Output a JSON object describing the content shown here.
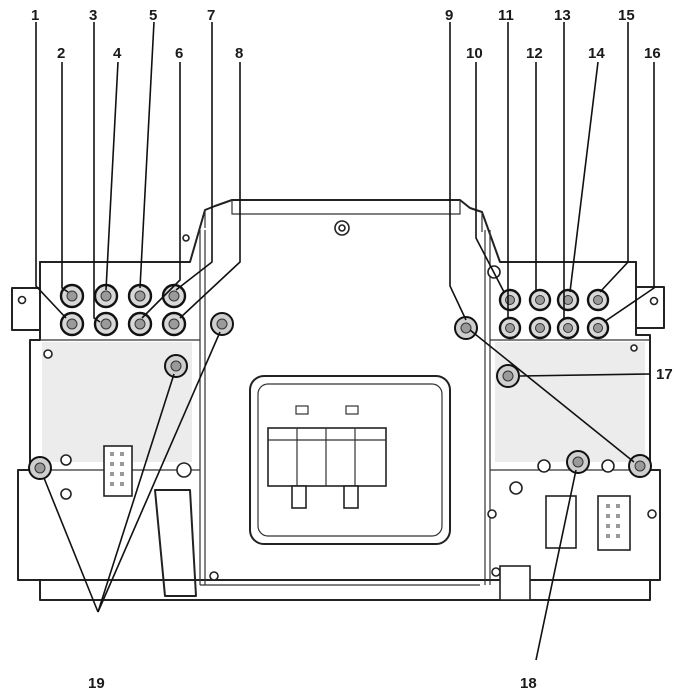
{
  "callouts": [
    {
      "id": "c1",
      "text": "1"
    },
    {
      "id": "c2",
      "text": "2"
    },
    {
      "id": "c3",
      "text": "3"
    },
    {
      "id": "c4",
      "text": "4"
    },
    {
      "id": "c5",
      "text": "5"
    },
    {
      "id": "c6",
      "text": "6"
    },
    {
      "id": "c7",
      "text": "7"
    },
    {
      "id": "c8",
      "text": "8"
    },
    {
      "id": "c9",
      "text": "9"
    },
    {
      "id": "c10",
      "text": "10"
    },
    {
      "id": "c11",
      "text": "11"
    },
    {
      "id": "c12",
      "text": "12"
    },
    {
      "id": "c13",
      "text": "13"
    },
    {
      "id": "c14",
      "text": "14"
    },
    {
      "id": "c15",
      "text": "15"
    },
    {
      "id": "c16",
      "text": "16"
    },
    {
      "id": "c17",
      "text": "17"
    },
    {
      "id": "c18",
      "text": "18"
    },
    {
      "id": "c19",
      "text": "19"
    }
  ],
  "colors": {
    "line": "#222222",
    "background": "#ffffff",
    "bulb_fill": "#d8d8d8"
  }
}
